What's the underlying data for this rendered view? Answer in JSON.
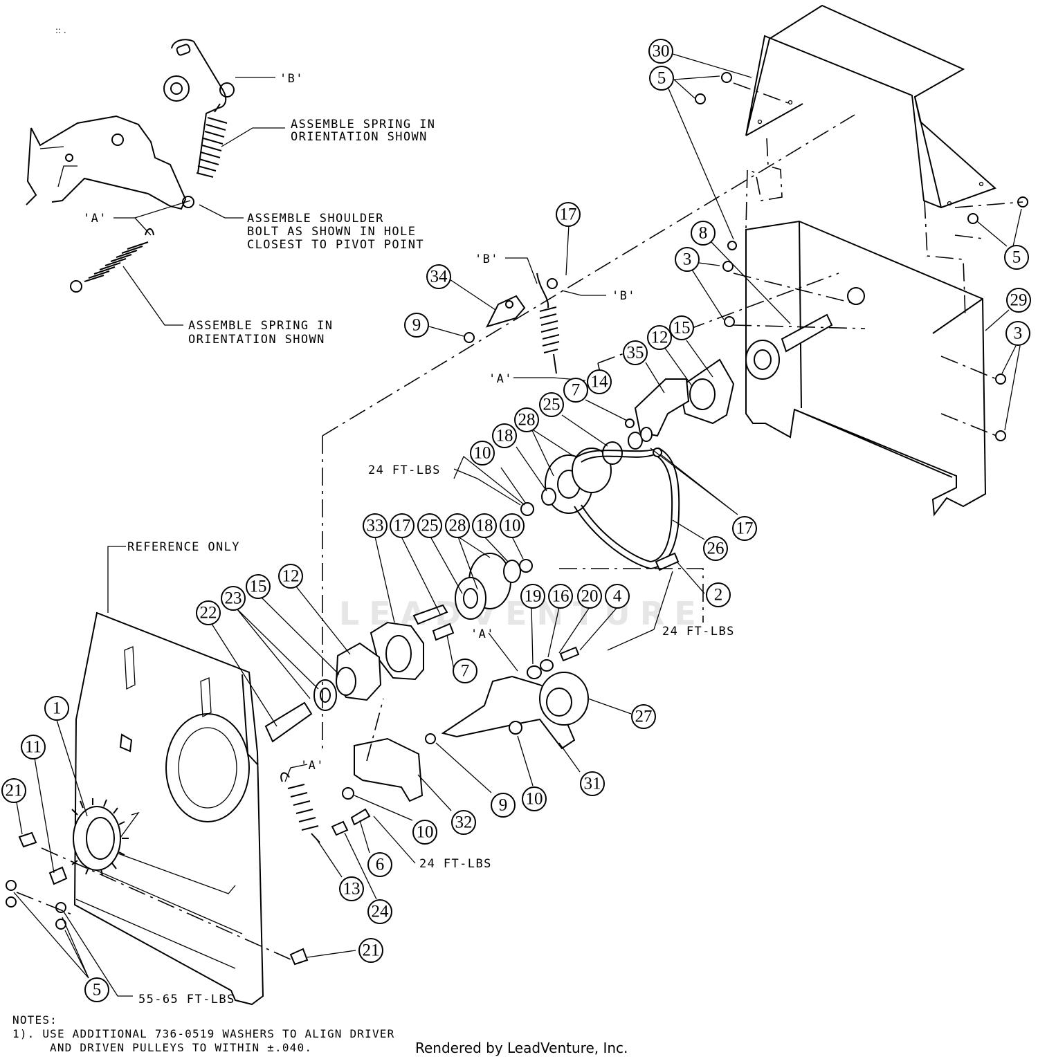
{
  "callout_labels": {
    "b1": "'B'",
    "a1": "'A'",
    "b2": "'B'",
    "b3": "'B'",
    "a2": "'A'",
    "a3": "'A'",
    "a4": "'A'"
  },
  "annotations": {
    "spring_top_1": "ASSEMBLE SPRING IN",
    "spring_top_2": "ORIENTATION SHOWN",
    "shoulder_1": "ASSEMBLE SHOULDER",
    "shoulder_2": "BOLT AS SHOWN IN HOLE",
    "shoulder_3": "CLOSEST TO PIVOT POINT",
    "spring_bottom_1": "ASSEMBLE SPRING IN",
    "spring_bottom_2": "ORIENTATION SHOWN",
    "reference": "REFERENCE ONLY"
  },
  "torques": {
    "t1": "24 FT-LBS",
    "t2": "24 FT-LBS",
    "t3": "24 FT-LBS",
    "t4": "55-65 FT-LBS"
  },
  "notes": {
    "heading": "NOTES:",
    "line1": "1). USE ADDITIONAL 736-0519 WASHERS TO ALIGN DRIVER",
    "line2": "AND DRIVEN PULLEYS TO WITHIN ±.040."
  },
  "credit": "Rendered by LeadVenture, Inc.",
  "watermark": "LEADVENTURE",
  "balloons": [
    "30",
    "5",
    "5",
    "8",
    "3",
    "3",
    "29",
    "3",
    "17",
    "34",
    "9",
    "14",
    "35",
    "12",
    "15",
    "7",
    "25",
    "28",
    "18",
    "10",
    "17",
    "26",
    "33",
    "17",
    "25",
    "28",
    "18",
    "10",
    "2",
    "12",
    "15",
    "23",
    "22",
    "7",
    "19",
    "16",
    "20",
    "4",
    "1",
    "11",
    "21",
    "27",
    "31",
    "9",
    "10",
    "32",
    "10",
    "6",
    "24",
    "13",
    "21",
    "5"
  ]
}
